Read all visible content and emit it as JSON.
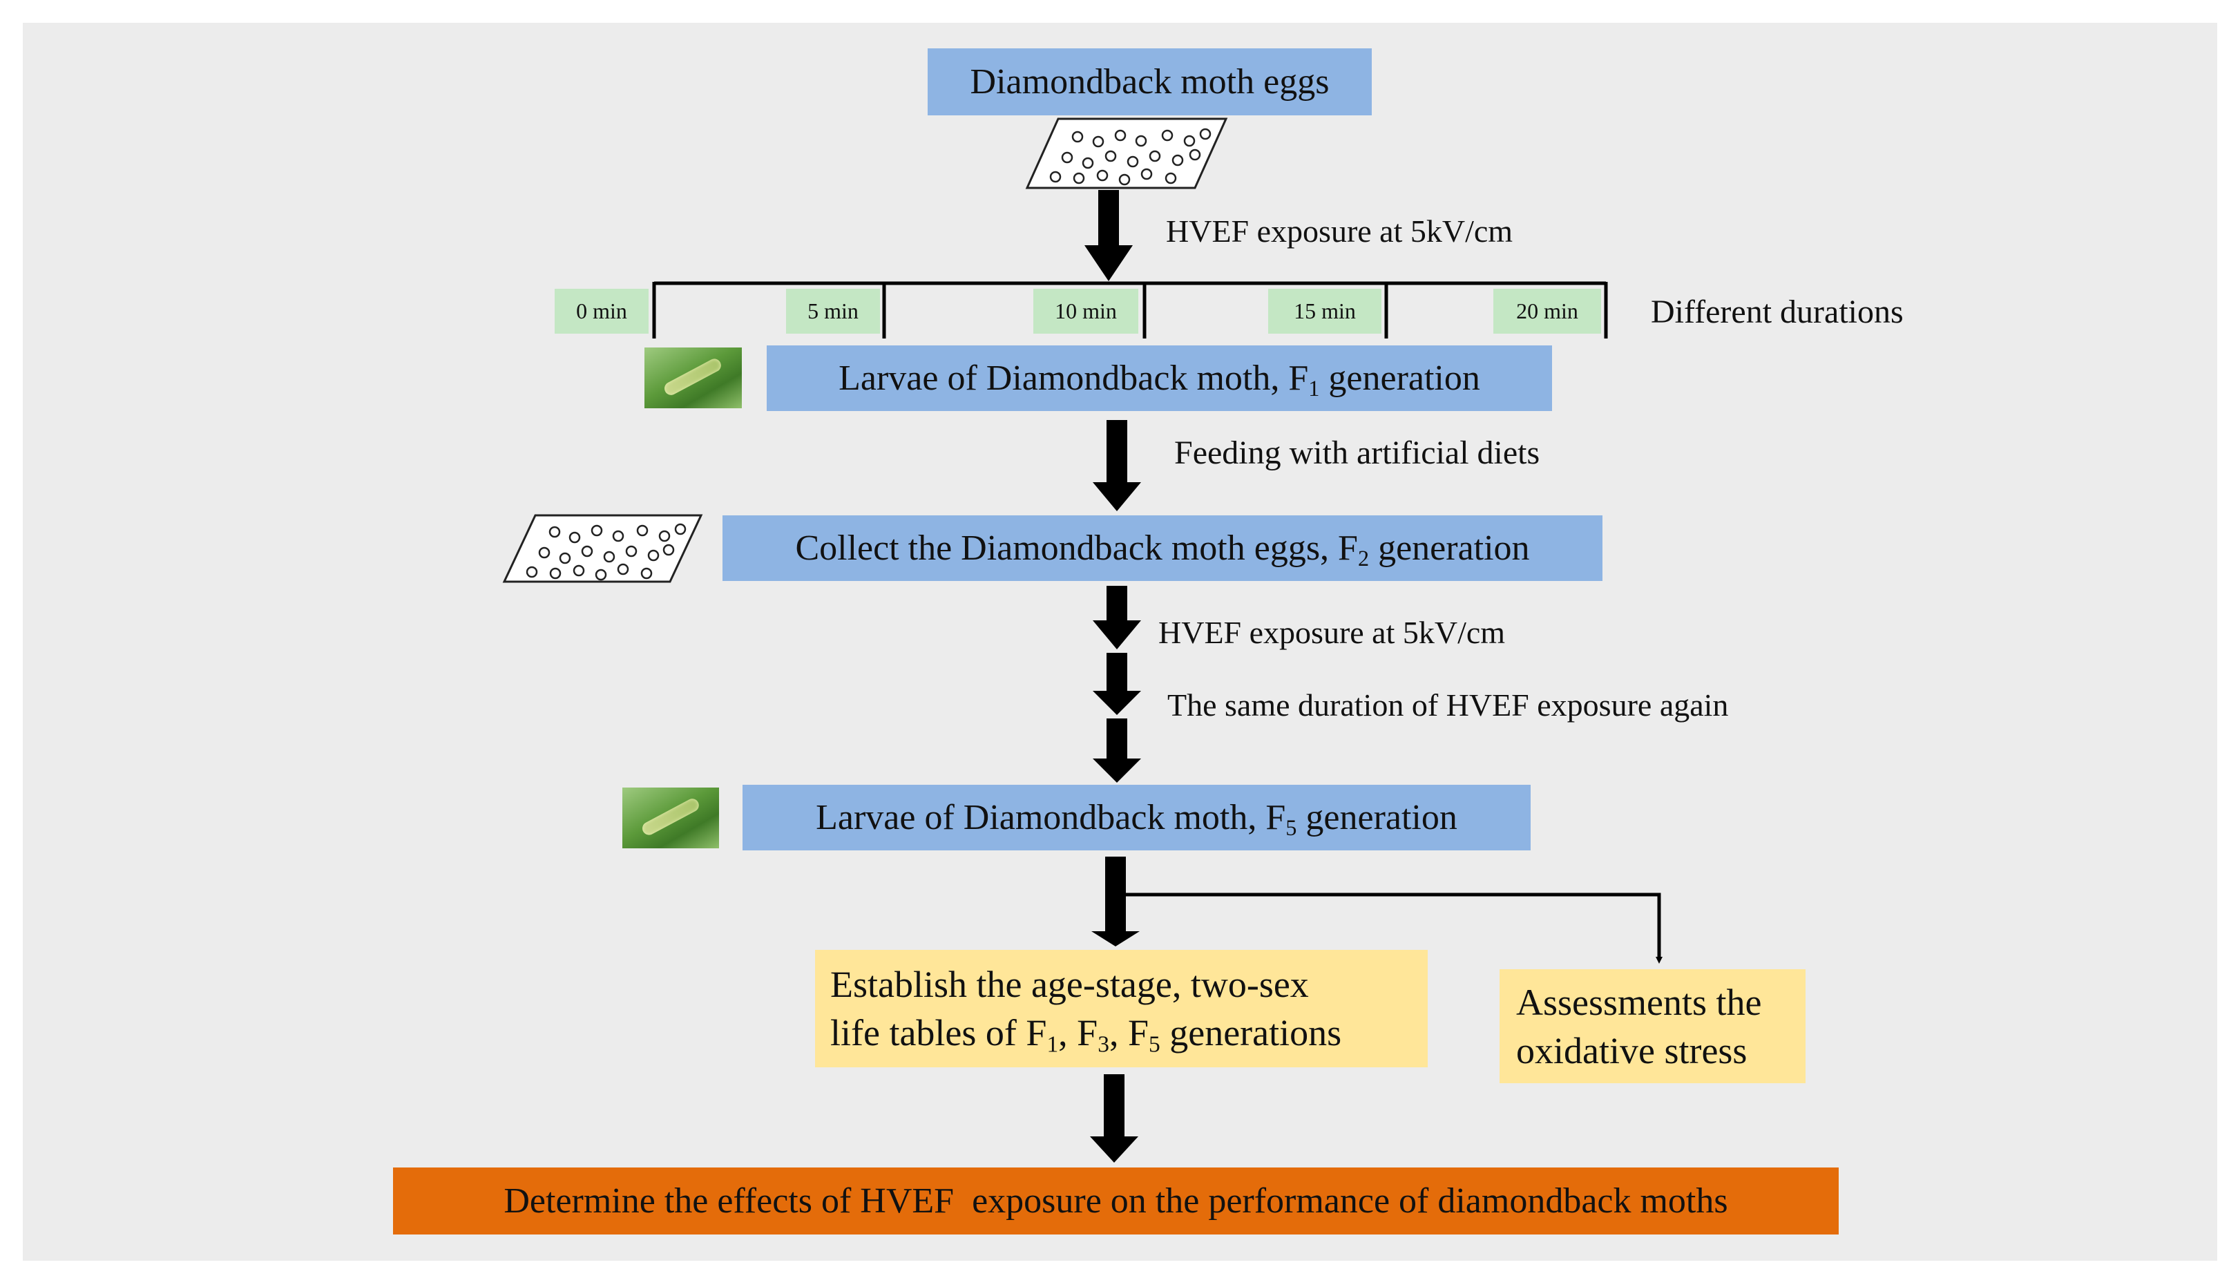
{
  "eggs_box": "Diamondback moth eggs",
  "exposure_label_1": "HVEF exposure at 5kV/cm",
  "durations": [
    "0 min",
    "5 min",
    "10 min",
    "15 min",
    "20 min"
  ],
  "durations_label": "Different durations",
  "larvae_f1": {
    "prefix": "Larvae of Diamondback moth, F",
    "sub": "1",
    "suffix": " generation"
  },
  "feeding_label": "Feeding with artificial diets",
  "collect_f2": {
    "prefix": "Collect the Diamondback moth eggs, F",
    "sub": "2",
    "suffix": " generation"
  },
  "exposure_label_2": "HVEF exposure at 5kV/cm",
  "same_duration_label": "The same duration of HVEF exposure again",
  "larvae_f5": {
    "prefix": "Larvae of Diamondback moth, F",
    "sub": "5",
    "suffix": " generation"
  },
  "life_tables": {
    "line1": "Establish the age-stage, two-sex",
    "line2_a": "life tables of F",
    "sub1": "1",
    "sep1": ", F",
    "sub3": "3",
    "sep2": ", F",
    "sub5": "5",
    "line2_b": " generations"
  },
  "oxidative": {
    "line1": "Assessments the",
    "line2": "oxidative stress"
  },
  "conclusion": "Determine the effects of HVEF  exposure on the performance of diamondback moths",
  "colors": {
    "blue": "#8eb4e3",
    "yellow": "#ffe699",
    "orange": "#e46c0a",
    "green": "#c4e7c4",
    "panel": "#ececec"
  }
}
